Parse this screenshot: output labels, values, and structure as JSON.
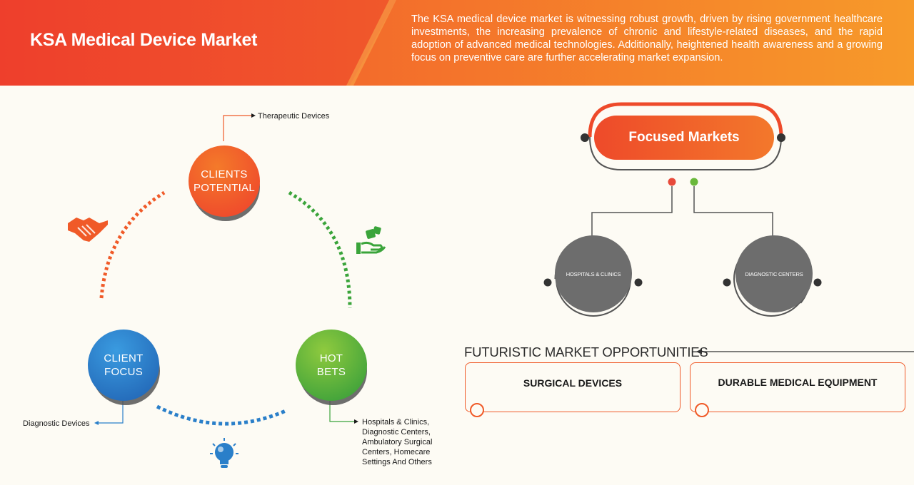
{
  "header": {
    "title": "KSA Medical Device Market",
    "description": "The KSA medical device market is witnessing robust growth, driven by rising government healthcare investments, the increasing prevalence of chronic and lifestyle-related diseases, and the rapid adoption of advanced medical technologies. Additionally, heightened health awareness and a growing focus on preventive care are further accelerating market expansion."
  },
  "cycle": {
    "clients_potential": {
      "line1": "CLIENTS",
      "line2": "POTENTIAL",
      "note": "Therapeutic Devices",
      "color": "#f05a28"
    },
    "client_focus": {
      "line1": "CLIENT",
      "line2": "FOCUS",
      "note": "Diagnostic Devices",
      "color": "#2a7fc9"
    },
    "hot_bets": {
      "line1": "HOT",
      "line2": "BETS",
      "note_lines": [
        "Hospitals & Clinics,",
        "Diagnostic Centers,",
        "Ambulatory Surgical",
        "Centers, Homecare",
        "Settings And Others"
      ],
      "color": "#3aa43a"
    }
  },
  "icons": {
    "left": "handshake-icon",
    "right": "hand-dice-icon",
    "bottom": "lightbulb-icon"
  },
  "focused": {
    "title": "Focused Markets",
    "items": [
      "HOSPITALS & CLINICS",
      "DIAGNOSTIC CENTERS"
    ]
  },
  "opportunities": {
    "title": "FUTURISTIC MARKET OPPORTUNITIES",
    "cards": [
      "SURGICAL DEVICES",
      "DURABLE MEDICAL EQUIPMENT"
    ]
  },
  "colors": {
    "orange": "#f05a28",
    "blue": "#2a7fc9",
    "green": "#3aa43a",
    "gray": "#6d6d6d"
  }
}
